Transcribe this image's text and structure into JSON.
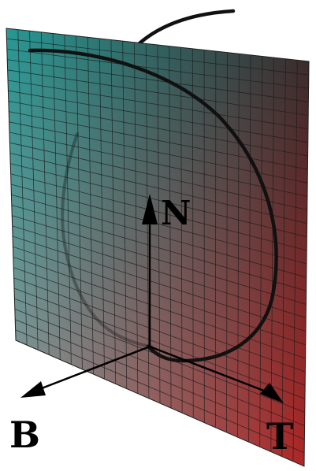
{
  "figure": {
    "kind": "frenet-serret-frame",
    "background": "#ffffff",
    "plane": {
      "corner_colors": {
        "top_left": "#1e9a96",
        "top_right": "#2a2a2a",
        "bottom_left": "#9a9a9a",
        "bottom_right": "#b22222"
      },
      "grid_color": "#1a1a1a"
    },
    "curve_color": "#111111",
    "vector_color": "#000000",
    "labels": {
      "normal": "N",
      "binormal": "B",
      "tangent": "T"
    },
    "vectors": [
      {
        "id": "normal",
        "icon": "normal-vector-arrow"
      },
      {
        "id": "binormal",
        "icon": "binormal-vector-arrow"
      },
      {
        "id": "tangent",
        "icon": "tangent-vector-arrow"
      }
    ]
  }
}
